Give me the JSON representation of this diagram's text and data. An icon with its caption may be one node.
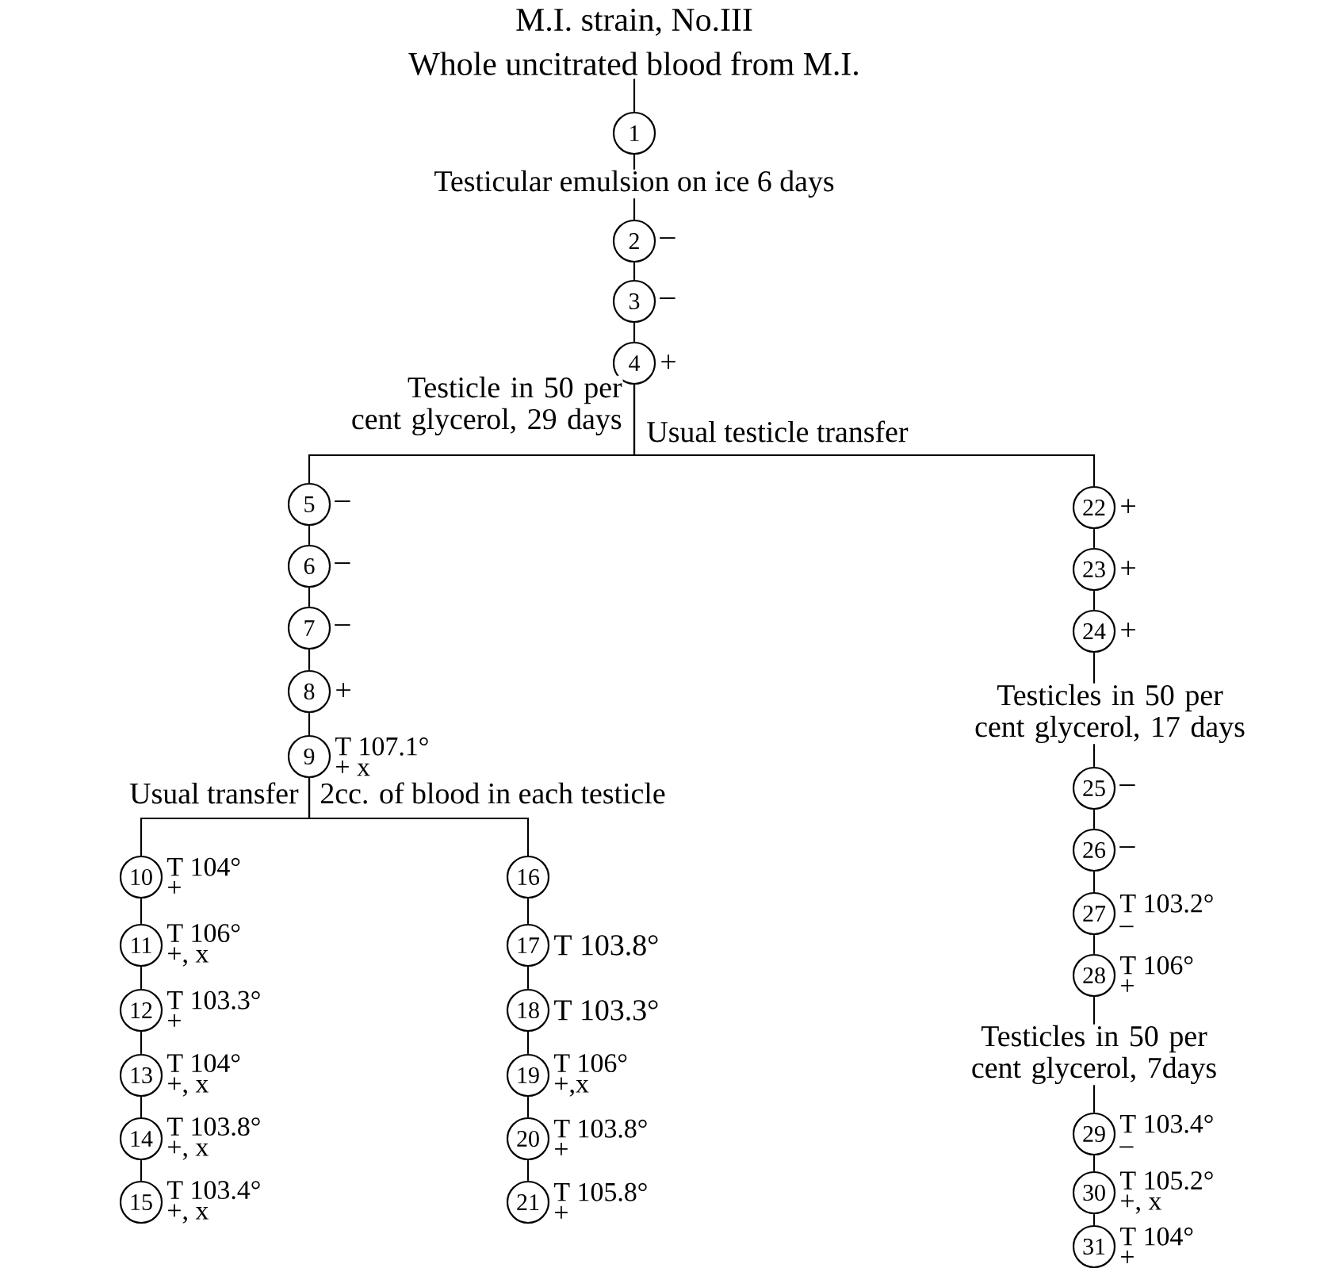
{
  "diagram": {
    "title": "M.I. strain, No.III",
    "nodes": [
      {
        "text": [
          "Whole uncitrated blood from M.I."
        ]
      },
      {
        "text": [
          "1"
        ]
      },
      {
        "text": [
          "2"
        ],
        "beside": [
          "–"
        ]
      },
      {
        "text": [
          "3"
        ],
        "beside": [
          "–"
        ]
      },
      {
        "text": [
          "4"
        ],
        "beside": [
          "+"
        ]
      },
      {
        "text": [
          "5"
        ],
        "beside": [
          "–"
        ]
      },
      {
        "text": [
          "6"
        ],
        "beside": [
          "–"
        ]
      },
      {
        "text": [
          "7"
        ],
        "beside": [
          "–"
        ]
      },
      {
        "text": [
          "8"
        ],
        "beside": [
          "+"
        ]
      },
      {
        "text": [
          "9"
        ],
        "beside": [
          "T 107.1°",
          "+ x"
        ]
      },
      {
        "text": [
          "10"
        ],
        "beside": [
          "T 104°",
          "+"
        ]
      },
      {
        "text": [
          "11"
        ],
        "beside": [
          "T 106°",
          "+, x"
        ]
      },
      {
        "text": [
          "12"
        ],
        "beside": [
          "T 103.3°",
          "+"
        ]
      },
      {
        "text": [
          "13"
        ],
        "beside": [
          "T 104°",
          "+, x"
        ]
      },
      {
        "text": [
          "14"
        ],
        "beside": [
          "T 103.8°",
          "+, x"
        ]
      },
      {
        "text": [
          "15"
        ],
        "beside": [
          "T 103.4°",
          "+, x"
        ]
      },
      {
        "text": [
          "16"
        ]
      },
      {
        "text": [
          "17"
        ],
        "beside": [
          "T 103.8°"
        ]
      },
      {
        "text": [
          "18"
        ],
        "beside": [
          "T 103.3°"
        ]
      },
      {
        "text": [
          "19"
        ],
        "beside": [
          "T 106°",
          "+,x"
        ]
      },
      {
        "text": [
          "20"
        ],
        "beside": [
          "T 103.8°",
          "+"
        ]
      },
      {
        "text": [
          "21"
        ],
        "beside": [
          "T 105.8°",
          "+"
        ]
      },
      {
        "text": [
          "22"
        ],
        "beside": [
          "+"
        ]
      },
      {
        "text": [
          "23"
        ],
        "beside": [
          "+"
        ]
      },
      {
        "text": [
          "24"
        ],
        "beside": [
          "+"
        ]
      },
      {
        "text": [
          "25"
        ],
        "beside": [
          "–"
        ]
      },
      {
        "text": [
          "26"
        ],
        "beside": [
          "–"
        ]
      },
      {
        "text": [
          "27"
        ],
        "beside": [
          "T 103.2°",
          "–"
        ]
      },
      {
        "text": [
          "28"
        ],
        "beside": [
          "T 106°",
          "+"
        ]
      },
      {
        "text": [
          "29"
        ],
        "beside": [
          "T 103.4°",
          "–"
        ]
      },
      {
        "text": [
          "30"
        ],
        "beside": [
          "T 105.2°",
          "+, x"
        ]
      },
      {
        "text": [
          "31"
        ],
        "beside": [
          "T 104°",
          "+"
        ]
      }
    ],
    "edges": [
      {
        "from": 0,
        "to": 1,
        "arrow": "none"
      },
      {
        "from": 1,
        "to": 2,
        "arrow": "none",
        "label": "Testicular emulsion on ice 6 days"
      },
      {
        "from": 2,
        "to": 3,
        "arrow": "none"
      },
      {
        "from": 3,
        "to": 4,
        "arrow": "none"
      },
      {
        "from": 4,
        "to": 5,
        "arrow": "none",
        "label": "Testicle in 50 per cent glycerol, 29 days"
      },
      {
        "from": 5,
        "to": 6,
        "arrow": "none"
      },
      {
        "from": 6,
        "to": 7,
        "arrow": "none"
      },
      {
        "from": 7,
        "to": 8,
        "arrow": "none"
      },
      {
        "from": 8,
        "to": 9,
        "arrow": "none"
      },
      {
        "from": 9,
        "to": 10,
        "arrow": "none",
        "label": "Usual transfer"
      },
      {
        "from": 10,
        "to": 11,
        "arrow": "none"
      },
      {
        "from": 11,
        "to": 12,
        "arrow": "none"
      },
      {
        "from": 12,
        "to": 13,
        "arrow": "none"
      },
      {
        "from": 13,
        "to": 14,
        "arrow": "none"
      },
      {
        "from": 14,
        "to": 15,
        "arrow": "none"
      },
      {
        "from": 9,
        "to": 16,
        "arrow": "none",
        "label": "2cc. of blood in each testicle"
      },
      {
        "from": 16,
        "to": 17,
        "arrow": "none"
      },
      {
        "from": 17,
        "to": 18,
        "arrow": "none"
      },
      {
        "from": 18,
        "to": 19,
        "arrow": "none"
      },
      {
        "from": 19,
        "to": 20,
        "arrow": "none"
      },
      {
        "from": 20,
        "to": 21,
        "arrow": "none"
      },
      {
        "from": 4,
        "to": 22,
        "arrow": "none",
        "label": "Usual testicle transfer"
      },
      {
        "from": 22,
        "to": 23,
        "arrow": "none"
      },
      {
        "from": 23,
        "to": 24,
        "arrow": "none"
      },
      {
        "from": 24,
        "to": 25,
        "arrow": "none",
        "label": "Testicles in 50 per cent glycerol, 17 days"
      },
      {
        "from": 25,
        "to": 26,
        "arrow": "none"
      },
      {
        "from": 26,
        "to": 27,
        "arrow": "none"
      },
      {
        "from": 27,
        "to": 28,
        "arrow": "none"
      },
      {
        "from": 28,
        "to": 29,
        "arrow": "none",
        "label": "Testicles in 50 per cent glycerol, 7days"
      },
      {
        "from": 29,
        "to": 30,
        "arrow": "none"
      },
      {
        "from": 30,
        "to": 31,
        "arrow": "none"
      }
    ]
  }
}
